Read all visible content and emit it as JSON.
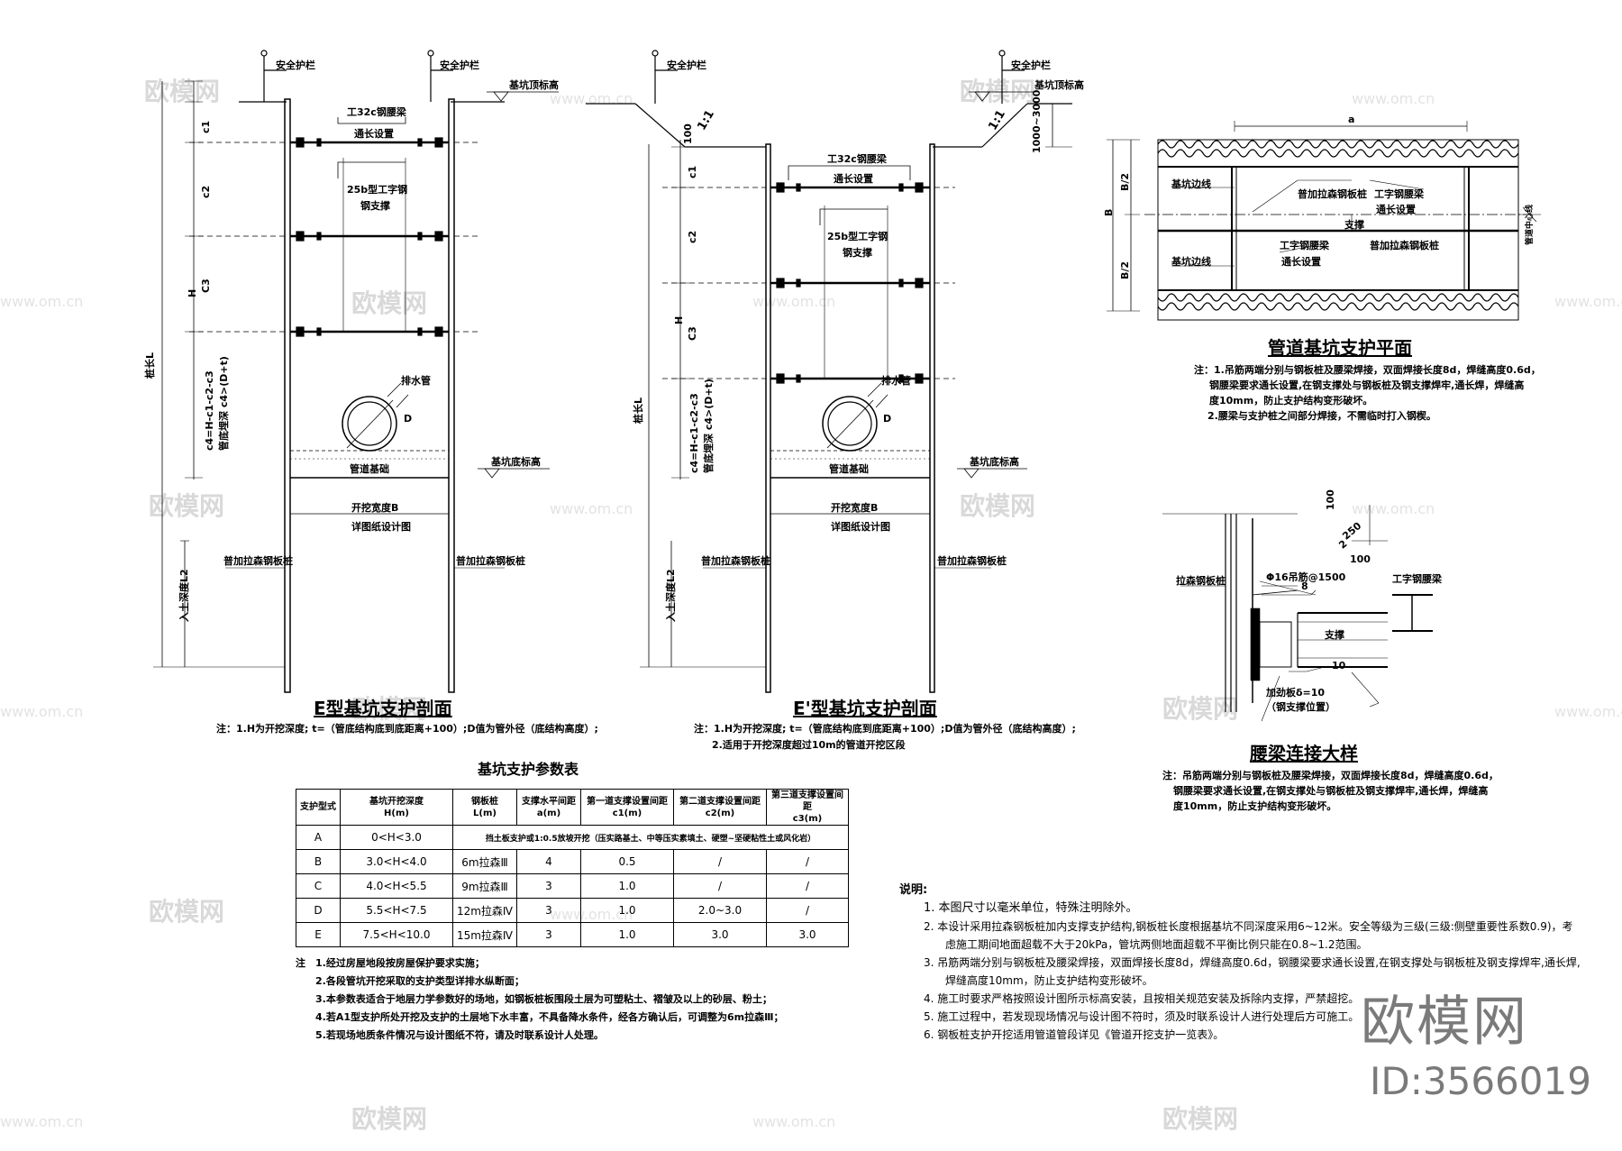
{
  "watermark": {
    "text": "欧模网",
    "url": "www.om.cn",
    "brand": "欧模网",
    "id": "ID:3566019"
  },
  "labels": {
    "guardrail": "安全护栏",
    "pit_top": "基坑顶标高",
    "pit_bottom": "基坑底标高",
    "waler_i32c": "工32c钢腰梁",
    "full_length": "通长设置",
    "strut_25b": "25b型工字钢",
    "steel_support": "钢支撑",
    "drain_pipe": "排水管",
    "pipe_base": "管道基础",
    "width_b": "开挖宽度B",
    "see_plan": "详图纸设计图",
    "sheet_pile": "普加拉森钢板桩",
    "pile_len": "桩长L",
    "embed": "入土深度L2",
    "cdim": [
      "c1",
      "c2",
      "C3",
      "c4=H-c1-c2-c3",
      "管底埋深 c4>(D+t)"
    ],
    "slope": "1:1",
    "slope_h": "1000~3000",
    "d_label": "D",
    "h_label": "H",
    "dim_100": "100"
  },
  "sections": {
    "e_title": "E型基坑支护剖面",
    "e_note": "注：1.H为开挖深度; t=（管底结构底到底距离+100）;D值为管外径（底结构高度）;",
    "ep_title": "E'型基坑支护剖面",
    "ep_note1": "注：1.H为开挖深度; t=（管底结构底到底距离+100）;D值为管外径（底结构高度）;",
    "ep_note2": "2.适用于开挖深度超过10m的管道开挖区段"
  },
  "plan": {
    "title": "管道基坑支护平面",
    "a": "a",
    "b": "B",
    "b2": "B/2",
    "pile_line": "基坑边线",
    "pile": "普加拉森钢板桩",
    "i_waler": "工字钢腰梁",
    "support": "支撑",
    "full_length": "通长设置",
    "axis": "管道中心线",
    "notes": [
      "注：1.吊筋两端分别与钢板桩及腰梁焊接，双面焊接长度8d，焊缝高度0.6d，",
      "钢腰梁要求通长设置,在钢支撑处与钢板桩及钢支撑焊牢,通长焊，焊缝高",
      "度10mm，防止支护结构变形破坏。",
      "2.腰梁与支护桩之间部分焊接，不需临时打入钢楔。"
    ]
  },
  "detail": {
    "title": "腰梁连接大样",
    "sheet_pile": "拉森钢板桩",
    "bolt": "Φ16吊筋@1500",
    "i_beam": "工字钢腰梁",
    "support": "支撑",
    "plate": "加劲板δ=10",
    "plate2": "（钢支撑位置）",
    "dims": [
      "100",
      "250",
      "2",
      "100",
      "8",
      "10"
    ],
    "notes": [
      "注：吊筋两端分别与钢板桩及腰梁焊接，双面焊接长度8d，焊缝高度0.6d，",
      "钢腰梁要求通长设置,在钢支撑处与钢板桩及钢支撑焊牢,通长焊，焊缝高",
      "度10mm，防止支护结构变形破坏。"
    ]
  },
  "table": {
    "title": "基坑支护参数表",
    "headers": [
      "支护型式",
      "基坑开挖深度\nH(m)",
      "钢板桩\nL(m)",
      "支撑水平间距\na(m)",
      "第一道支撑设置间距\nc1(m)",
      "第二道支撑设置间距\nc2(m)",
      "第三道支撑设置间距\nc3(m)"
    ],
    "rows": [
      [
        "A",
        "0<H<3.0",
        "挡土板支护或1:0.5放坡开挖（压实路基土、中等压实素填土、硬塑~坚硬粘性土或风化岩）"
      ],
      [
        "B",
        "3.0<H<4.0",
        "6m拉森Ⅲ",
        "4",
        "0.5",
        "/",
        "/"
      ],
      [
        "C",
        "4.0<H<5.5",
        "9m拉森Ⅲ",
        "3",
        "1.0",
        "/",
        "/"
      ],
      [
        "D",
        "5.5<H<7.5",
        "12m拉森Ⅳ",
        "3",
        "1.0",
        "2.0~3.0",
        "/"
      ],
      [
        "E",
        "7.5<H<10.0",
        "15m拉森Ⅳ",
        "3",
        "1.0",
        "3.0",
        "3.0"
      ]
    ],
    "notes": [
      "注　1.经过房屋地段按房屋保护要求实施；",
      "2.各段管坑开挖采取的支护类型详排水纵断面；",
      "3.本参数表适合于地层力学参数好的场地，如钢板桩板围段土层为可塑粘土、褶皱及以上的砂层、粉土；",
      "4.若A1型支护所处开挖及支护的土层地下水丰富，不具备降水条件，经各方确认后，可调整为6m拉森Ⅲ；",
      "5.若现场地质条件情况与设计图纸不符，请及时联系设计人处理。"
    ]
  },
  "general_notes": {
    "title": "说明:",
    "items": [
      "1.  本图尺寸以毫米单位，特殊注明除外。",
      "2.  本设计采用拉森钢板桩加内支撑支护结构,钢板桩长度根据基坑不同深度采用6~12米。安全等级为三级(三级:侧壁重要性系数0.9)，考",
      "　　虑施工期间地面超载不大于20kPa，管坑两侧地面超载不平衡比例只能在0.8~1.2范围。",
      "3.  吊筋两端分别与钢板桩及腰梁焊接，双面焊接长度8d，焊缝高度0.6d，钢腰梁要求通长设置,在钢支撑处与钢板桩及钢支撑焊牢,通长焊,",
      "　　焊缝高度10mm，防止支护结构变形破坏。",
      "4.  施工时要求严格按照设计图所示标高安装，且按相关规范安装及拆除内支撑，严禁超挖。",
      "5.  施工过程中，若发现现场情况与设计图不符时，须及时联系设计人进行处理后方可施工。",
      "6.  钢板桩支护开挖适用管道管段详见《管道开挖支护一览表》。"
    ]
  }
}
